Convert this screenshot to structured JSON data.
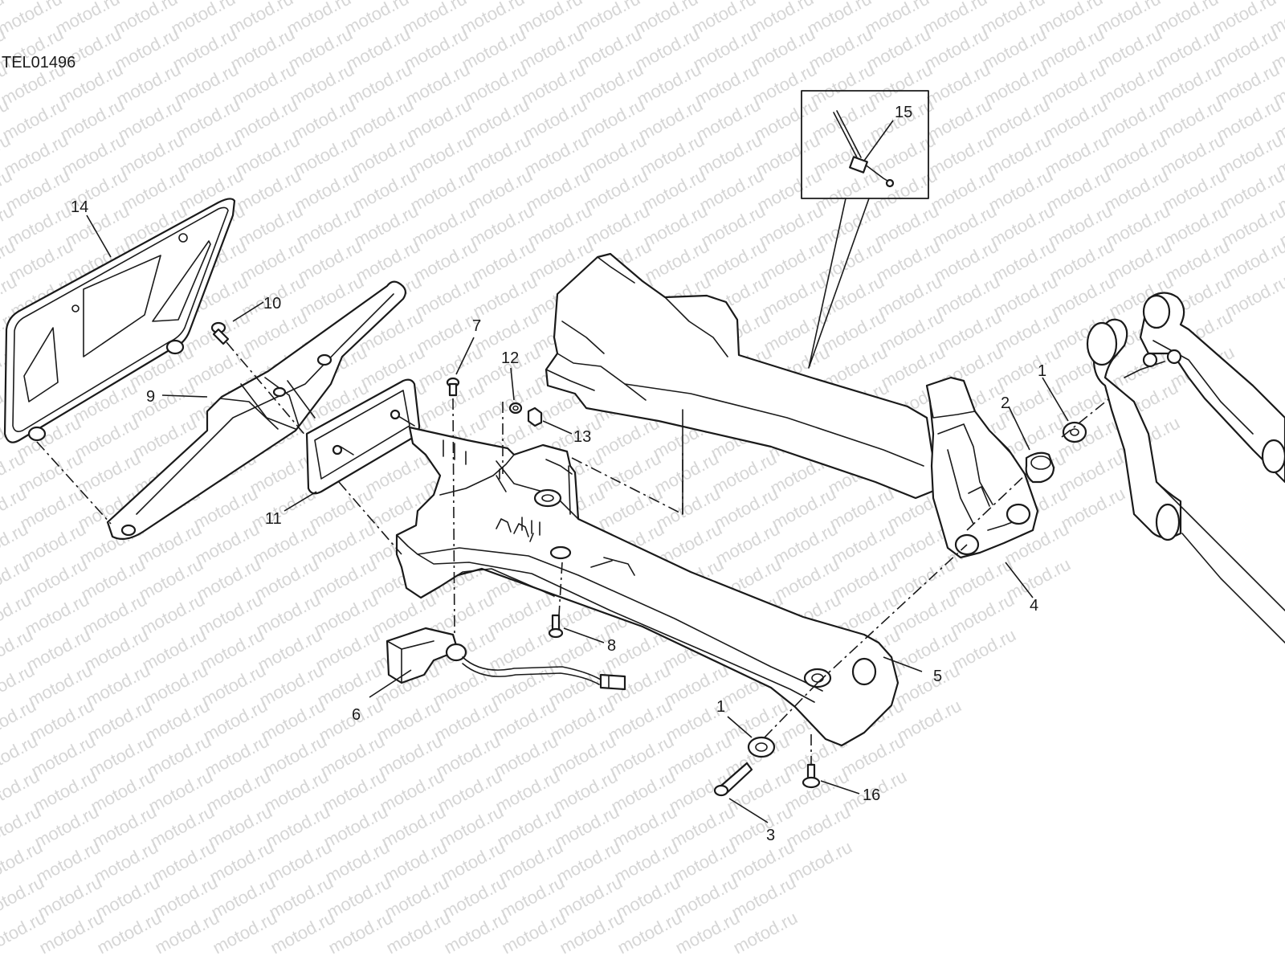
{
  "diagram": {
    "code": "TEL01496",
    "watermark": "motod.ru",
    "callouts": [
      "1",
      "2",
      "3",
      "4",
      "5",
      "6",
      "7",
      "8",
      "9",
      "10",
      "11",
      "12",
      "13",
      "14",
      "15",
      "16",
      "1"
    ]
  },
  "colors": {
    "line": "#1a1a1a",
    "background": "#ffffff",
    "watermark": "#d6d6d6"
  },
  "icons": [
    "cable-tie-icon"
  ]
}
